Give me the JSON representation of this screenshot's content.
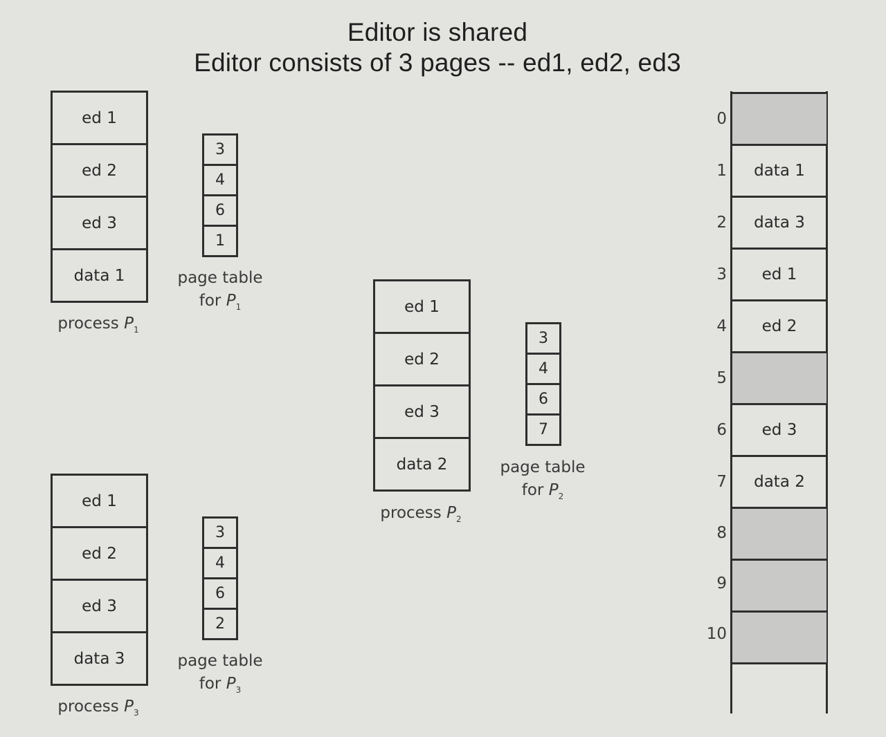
{
  "title": {
    "line1": "Editor is shared",
    "line2": "Editor  consists of 3 pages --  ed1, ed2, ed3"
  },
  "processes": [
    {
      "pages": [
        "ed 1",
        "ed 2",
        "ed 3",
        "data 1"
      ],
      "caption_prefix": "process ",
      "caption_var": "P",
      "caption_sub": "1",
      "page_table": [
        "3",
        "4",
        "6",
        "1"
      ],
      "pt_caption_line1": "page table",
      "pt_caption_prefix": "for ",
      "pt_caption_var": "P",
      "pt_caption_sub": "1"
    },
    {
      "pages": [
        "ed 1",
        "ed 2",
        "ed 3",
        "data 2"
      ],
      "caption_prefix": "process ",
      "caption_var": "P",
      "caption_sub": "2",
      "page_table": [
        "3",
        "4",
        "6",
        "7"
      ],
      "pt_caption_line1": "page table",
      "pt_caption_prefix": "for ",
      "pt_caption_var": "P",
      "pt_caption_sub": "2"
    },
    {
      "pages": [
        "ed 1",
        "ed 2",
        "ed 3",
        "data 3"
      ],
      "caption_prefix": "process ",
      "caption_var": "P",
      "caption_sub": "3",
      "page_table": [
        "3",
        "4",
        "6",
        "2"
      ],
      "pt_caption_line1": "page table",
      "pt_caption_prefix": "for ",
      "pt_caption_var": "P",
      "pt_caption_sub": "3"
    }
  ],
  "physical_memory": {
    "frames": [
      {
        "number": "0",
        "content": ""
      },
      {
        "number": "1",
        "content": "data 1"
      },
      {
        "number": "2",
        "content": "data 3"
      },
      {
        "number": "3",
        "content": "ed 1"
      },
      {
        "number": "4",
        "content": "ed 2"
      },
      {
        "number": "5",
        "content": ""
      },
      {
        "number": "6",
        "content": "ed 3"
      },
      {
        "number": "7",
        "content": "data 2"
      },
      {
        "number": "8",
        "content": ""
      },
      {
        "number": "9",
        "content": ""
      },
      {
        "number": "10",
        "content": ""
      }
    ],
    "free_fill_color": "#c9c9c8"
  }
}
